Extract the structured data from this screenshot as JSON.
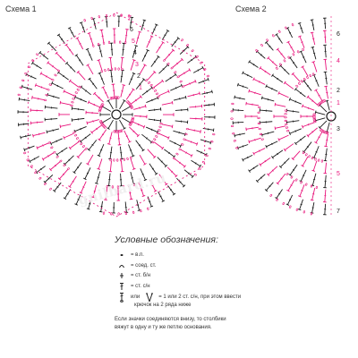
{
  "scheme1": {
    "title": "Схема 1"
  },
  "scheme2": {
    "title": "Схема 2"
  },
  "watermark": "gnilbard.ru",
  "row_numbers_scheme1": [
    "7",
    "6",
    "5",
    "4",
    "3",
    "2",
    "1"
  ],
  "row_numbers_scheme2": [
    "6",
    "4",
    "2",
    "1",
    "3",
    "5",
    "7"
  ],
  "legend": {
    "title": "Условные обозначения:",
    "items": [
      {
        "symbol": "chain",
        "text": "= в.п."
      },
      {
        "symbol": "slip-stitch",
        "text": "= соед. ст."
      },
      {
        "symbol": "single-crochet",
        "text": "= ст. б/н"
      },
      {
        "symbol": "double-crochet",
        "text": "= ст. с/н"
      }
    ],
    "combo": {
      "or": "или",
      "text": "= 1 или 2 ст. с/н, при этом ввести",
      "text2": "крючок на 2 ряда ниже"
    },
    "note_line1": "Если значки соединяются внизу, то столбики",
    "note_line2": "вяжут в одну и ту же петлю основания."
  },
  "colors": {
    "pink": "#e8127a",
    "black": "#1a1a1a"
  }
}
